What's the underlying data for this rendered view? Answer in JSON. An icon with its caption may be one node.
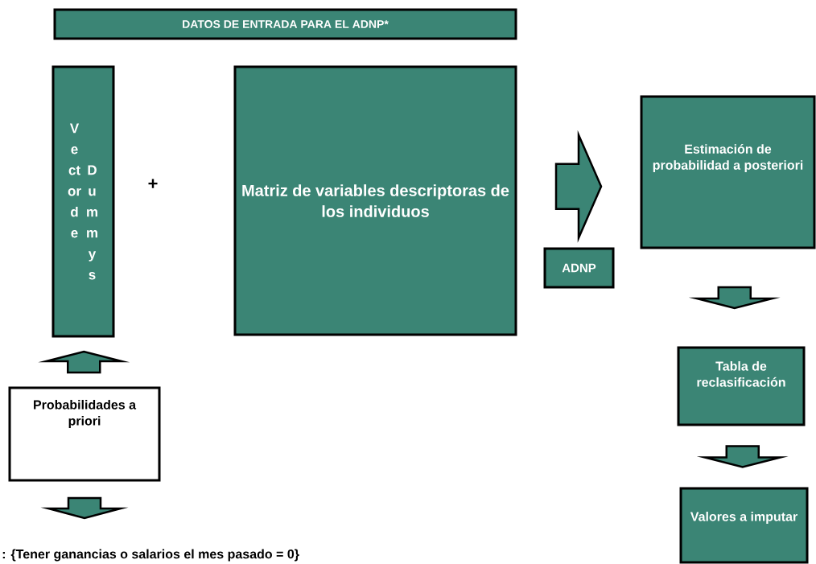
{
  "diagram": {
    "nodes": [
      {
        "text": [
          "DATOS DE ENTRADA PARA EL ADNP*"
        ]
      },
      {
        "text": [
          "Vector de",
          "Dummys"
        ]
      },
      {
        "text": [
          "Matriz de variables descriptoras de los individuos"
        ]
      },
      {
        "text": [
          "ADNP"
        ]
      },
      {
        "text": [
          "Estimación de probabilidad a posteriori"
        ]
      },
      {
        "text": [
          "Tabla de reclasificación"
        ]
      },
      {
        "text": [
          "Valores a imputar"
        ]
      },
      {
        "text": [
          "Probabilidades a priori"
        ]
      }
    ],
    "edges": [
      {
        "from": 7,
        "to": 1,
        "arrow": "to"
      },
      {
        "from": 2,
        "to": 4,
        "arrow": "to"
      },
      {
        "from": 4,
        "to": 5,
        "arrow": "to"
      },
      {
        "from": 5,
        "to": 6,
        "arrow": "to"
      },
      {
        "from": 7,
        "to": null,
        "arrow": "to"
      }
    ],
    "labels": [
      "+",
      ": {Tener ganancias o salarios el mes pasado = 0}"
    ]
  }
}
